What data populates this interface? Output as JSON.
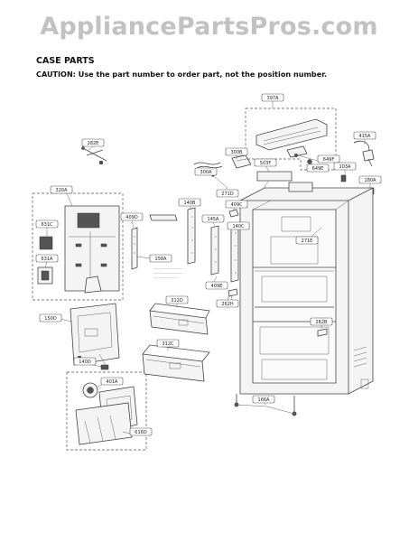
{
  "watermark": "AppliancePartsPros.com",
  "heading": "CASE PARTS",
  "caution": "CAUTION: Use the part number to order part, not the position number.",
  "callouts": [
    {
      "id": "397a",
      "label": "397A"
    },
    {
      "id": "415a",
      "label": "415A"
    },
    {
      "id": "282e",
      "label": "282E"
    },
    {
      "id": "300a",
      "label": "300A"
    },
    {
      "id": "300b",
      "label": "300B"
    },
    {
      "id": "649f",
      "label": "649F"
    },
    {
      "id": "649e",
      "label": "649E"
    },
    {
      "id": "271d",
      "label": "271D"
    },
    {
      "id": "503f",
      "label": "503F"
    },
    {
      "id": "103a",
      "label": "103A"
    },
    {
      "id": "180a",
      "label": "180A"
    },
    {
      "id": "320a",
      "label": "320A"
    },
    {
      "id": "409d",
      "label": "409D"
    },
    {
      "id": "140b",
      "label": "140B"
    },
    {
      "id": "145a",
      "label": "145A"
    },
    {
      "id": "409c",
      "label": "409C"
    },
    {
      "id": "271e",
      "label": "271E"
    },
    {
      "id": "631c",
      "label": "631C"
    },
    {
      "id": "140c",
      "label": "140C"
    },
    {
      "id": "631a",
      "label": "631A"
    },
    {
      "id": "158a",
      "label": "158A"
    },
    {
      "id": "409e",
      "label": "409E"
    },
    {
      "id": "312d",
      "label": "312D"
    },
    {
      "id": "262h",
      "label": "262H"
    },
    {
      "id": "150d",
      "label": "150D"
    },
    {
      "id": "282b",
      "label": "282B"
    },
    {
      "id": "312c",
      "label": "312C"
    },
    {
      "id": "140d",
      "label": "140D"
    },
    {
      "id": "401a",
      "label": "401A"
    },
    {
      "id": "616d",
      "label": "616D"
    },
    {
      "id": "166a",
      "label": "166A"
    }
  ]
}
